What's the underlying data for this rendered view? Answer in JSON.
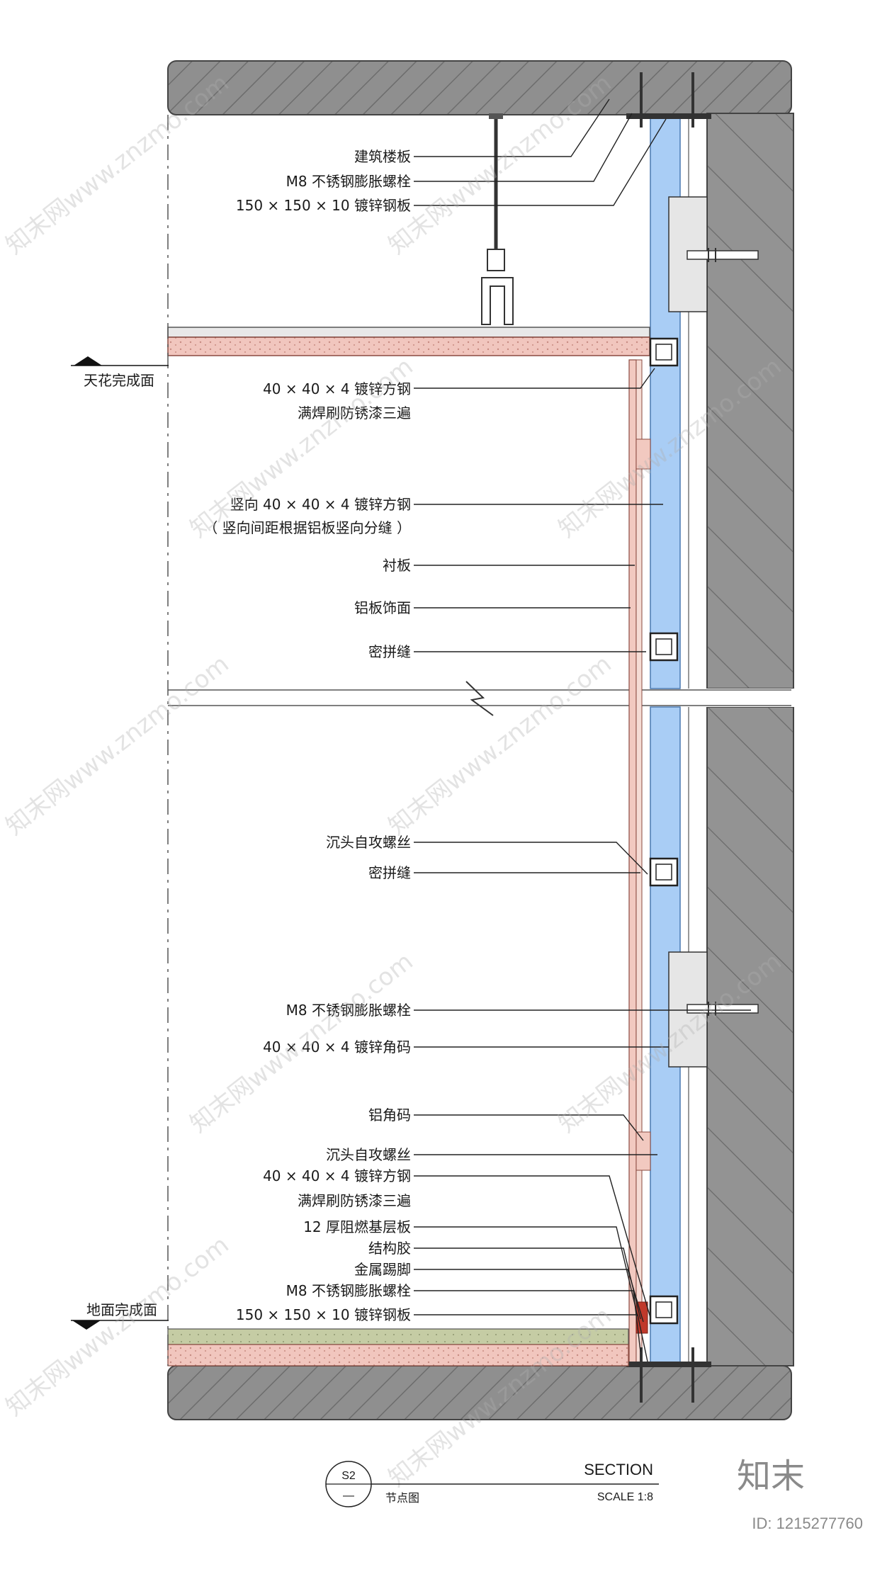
{
  "labels_top": [
    {
      "id": "floor-slab",
      "text": "建筑楼板"
    },
    {
      "id": "m8-bolt-top",
      "text": "M8 不锈钢膨胀螺栓"
    },
    {
      "id": "steel-plate-top",
      "text": "150 × 150 × 10 镀锌钢板"
    },
    {
      "id": "ceiling-level",
      "text": "天花完成面"
    },
    {
      "id": "square-steel-top-1",
      "text": "40 × 40 × 4 镀锌方钢"
    },
    {
      "id": "square-steel-top-2",
      "text": "满焊刷防锈漆三遍"
    },
    {
      "id": "vertical-steel-1",
      "text": "竖向 40 × 40 × 4 镀锌方钢"
    },
    {
      "id": "vertical-steel-2",
      "text": "（ 竖向间距根据铝板竖向分缝 ）"
    },
    {
      "id": "backing-board",
      "text": "衬板"
    },
    {
      "id": "aluminum-finish",
      "text": "铝板饰面"
    },
    {
      "id": "tight-joint-top",
      "text": "密拼缝"
    }
  ],
  "labels_bottom": [
    {
      "id": "screw-1",
      "text": "沉头自攻螺丝"
    },
    {
      "id": "tight-joint-bottom",
      "text": "密拼缝"
    },
    {
      "id": "m8-bolt-mid",
      "text": "M8 不锈钢膨胀螺栓"
    },
    {
      "id": "angle-steel",
      "text": "40 × 40 × 4 镀锌角码"
    },
    {
      "id": "aluminum-angle",
      "text": "铝角码"
    },
    {
      "id": "screw-2",
      "text": "沉头自攻螺丝"
    },
    {
      "id": "square-steel-bot-1",
      "text": "40 × 40 × 4 镀锌方钢"
    },
    {
      "id": "square-steel-bot-2",
      "text": "满焊刷防锈漆三遍"
    },
    {
      "id": "fire-board",
      "text": "12 厚阻燃基层板"
    },
    {
      "id": "structural-glue",
      "text": "结构胶"
    },
    {
      "id": "metal-skirting",
      "text": "金属踢脚"
    },
    {
      "id": "m8-bolt-bottom",
      "text": "M8 不锈钢膨胀螺栓"
    },
    {
      "id": "steel-plate-bottom",
      "text": "150 × 150 × 10 镀锌钢板"
    },
    {
      "id": "floor-level",
      "text": "地面完成面"
    }
  ],
  "title_block": {
    "code": "S2",
    "sheet": "—",
    "name": "节点图",
    "section": "SECTION",
    "scale": "SCALE 1:8"
  },
  "brand": {
    "logo": "知末",
    "id": "ID: 1215277760",
    "watermark": "知末网www.znzmo.com"
  },
  "colors": {
    "concrete": "#8c8c8c",
    "insulation_blue": "#a9cdf5",
    "finish_pink": "#f2c9c0",
    "floor_green": "#c7cfa8",
    "accent_red": "#d04040"
  }
}
